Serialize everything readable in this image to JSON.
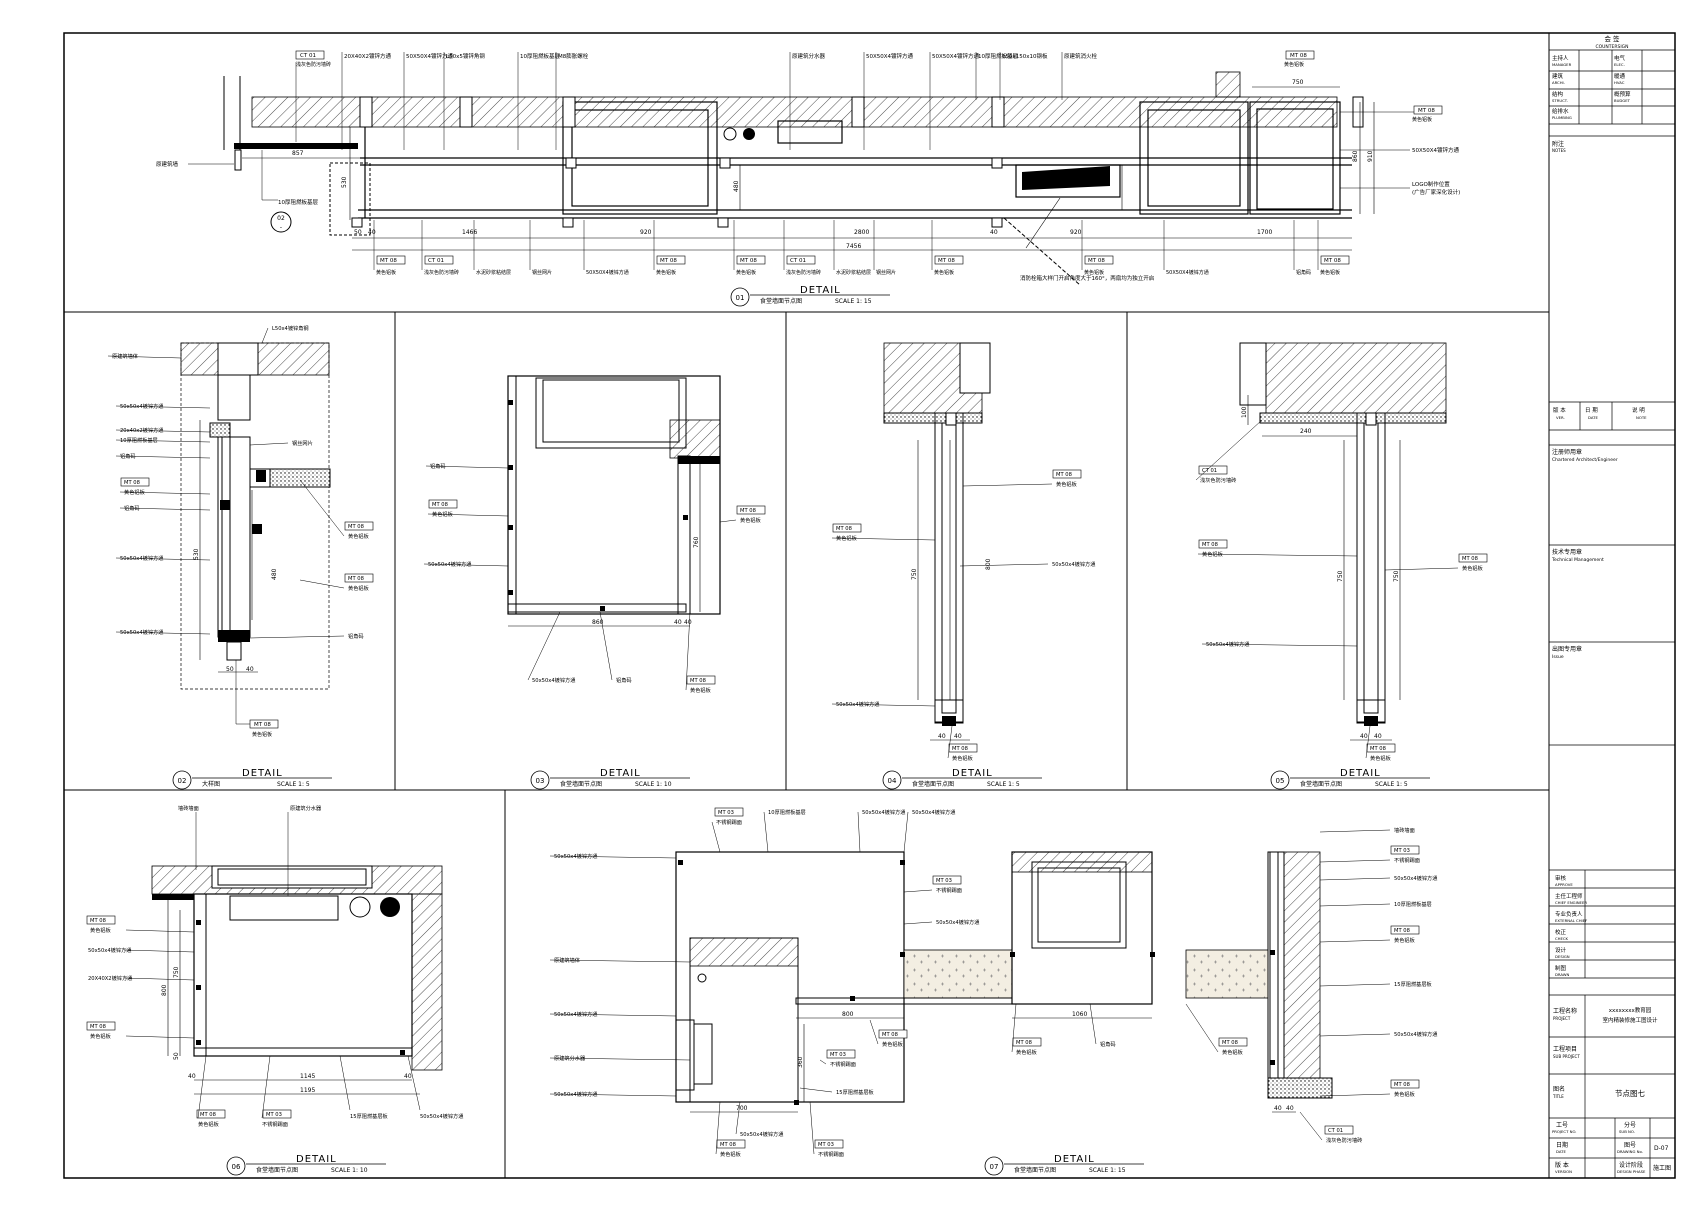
{
  "title_block": {
    "sign_header": "会 签",
    "sign_header_en": "COUNTERSIGN",
    "roles": [
      {
        "cn": "主持人",
        "en": "MANAGER",
        "cn2": "电气",
        "en2": "ELEC."
      },
      {
        "cn": "建筑",
        "en": "ARCHI.",
        "cn2": "暖通",
        "en2": "HVAC"
      },
      {
        "cn": "结构",
        "en": "STRUCT.",
        "cn2": "概预算",
        "en2": "BUDGET"
      },
      {
        "cn": "给排水",
        "en": "PLUMBING",
        "cn2": "",
        "en2": ""
      }
    ],
    "notes_cn": "附注",
    "notes_en": "NOTES",
    "version_cn": "版 本",
    "date_cn": "日 期",
    "content_cn": "说 明",
    "version_en": "VER.",
    "date_en": "DATE",
    "content_en": "NOTE",
    "chartered_cn": "注册师用章",
    "chartered_en": "Chartered Architect/Engineer",
    "technical_cn": "技术专用章",
    "technical_en": "Technical Management",
    "issue_cn": "出图专用章",
    "issue_en": "Issue",
    "approvals": [
      {
        "cn": "审核",
        "en": "APPROVE"
      },
      {
        "cn": "主任工程师",
        "en": "CHIEF ENGINEER"
      },
      {
        "cn": "专业负责人",
        "en": "EXTERNAL CHIEF"
      },
      {
        "cn": "校正",
        "en": "CHECK"
      },
      {
        "cn": "设计",
        "en": "DESIGN"
      },
      {
        "cn": "制图",
        "en": "DRAWN"
      }
    ],
    "project_cn": "工程名称",
    "project_en": "PROJECT",
    "project_value_1": "xxxxxxxx教育园",
    "project_value_2": "室内精装修施工图设计",
    "subproject_cn": "工程项目",
    "subproject_en": "SUB PROJECT",
    "drawing_name_cn": "图名",
    "drawing_name_en": "TITLE",
    "drawing_name_value": "节点图七",
    "job_no_cn": "工号",
    "job_no_en": "PROJECT NO.",
    "sub_no_cn": "分号",
    "sub_no_en": "SUB NO.",
    "date2_cn": "日期",
    "date2_en": "DATE",
    "drawing_no_cn": "图号",
    "drawing_no_en": "DRAWING No.",
    "drawing_no_value": "D-07",
    "ver2_cn": "版 本",
    "ver2_en": "VERSION",
    "phase_cn": "设计阶段",
    "phase_en": "DESIGN PHASE",
    "phase_value": "施工图"
  },
  "details": [
    {
      "num": "01",
      "label": "DETAIL",
      "name": "食堂墙面节点图",
      "scale": "SCALE 1: 15"
    },
    {
      "num": "02",
      "label": "DETAIL",
      "name": "大样图",
      "scale": "SCALE 1: 5"
    },
    {
      "num": "03",
      "label": "DETAIL",
      "name": "食堂墙面节点图",
      "scale": "SCALE 1: 10"
    },
    {
      "num": "04",
      "label": "DETAIL",
      "name": "食堂墙面节点图",
      "scale": "SCALE 1: 5"
    },
    {
      "num": "05",
      "label": "DETAIL",
      "name": "食堂墙面节点图",
      "scale": "SCALE 1: 5"
    },
    {
      "num": "06",
      "label": "DETAIL",
      "name": "食堂墙面节点图",
      "scale": "SCALE 1: 10"
    },
    {
      "num": "07",
      "label": "DETAIL",
      "name": "食堂墙面节点图",
      "scale": "SCALE 1: 15"
    }
  ],
  "d01": {
    "top_labels": [
      "20X40X2镀锌方通",
      "50X50X4镀锌方通",
      "L50x5镀锌角钢",
      "10厚阻燃板基层",
      "M8膨胀螺栓",
      "原建筑分水器",
      "50X50X4镀锌方通",
      "50X50X4镀锌方通",
      "10厚阻燃板基层",
      "150x150x10钢板",
      "原建筑消火栓"
    ],
    "top_left_tag": "CT 01",
    "top_left_sub": "浅灰色防污墙砖",
    "top_right_tag": "MT 08",
    "top_right_sub": "黄色铝板",
    "right_labels": [
      "MT 08",
      "黄色铝板",
      "50X50X4镀锌方通",
      "LOGO制作位置",
      "(广告厂家深化设计)"
    ],
    "left_labels": [
      "原建筑墙",
      "10厚阻燃板基层"
    ],
    "dims_top": [
      "857",
      "750"
    ],
    "dims_side": [
      "530",
      "480",
      "860",
      "910"
    ],
    "dims_bottom": [
      "50",
      "40",
      "1466",
      "920",
      "2800",
      "40",
      "920",
      "1700"
    ],
    "dim_total": "7456",
    "bottom_labels": [
      "黄色铝板",
      "浅灰色防污墙砖",
      "水泥砂浆粘结层",
      "钢丝网片",
      "50X50X4镀锌方通",
      "黄色铝板",
      "黄色铝板",
      "浅灰色防污墙砖",
      "水泥砂浆粘结层",
      "钢丝网片",
      "黄色铝板",
      "黄色铝板",
      "50X50X4镀锌方通",
      "铝角码",
      "黄色铝板"
    ],
    "bottom_note": "消防栓箱大样门开启角度大于160°，两扇均为独立开启"
  },
  "d02": {
    "labels_left": [
      "原建筑墙体",
      "50x50x4镀锌方通",
      "20x40x2镀锌方通",
      "10厚阻燃板基层",
      "铝角码",
      "MT 08",
      "黄色铝板",
      "铝角码",
      "50x50x4镀锌方通",
      "50x50x4镀锌方通"
    ],
    "labels_right": [
      "L50x4镀锌角钢",
      "钢丝网片",
      "MT 08",
      "黄色铝板",
      "MT 08",
      "黄色铝板",
      "铝角码"
    ],
    "dims": [
      "530",
      "480",
      "50",
      "40"
    ],
    "bottom_tag": "MT 08",
    "bottom_sub": "黄色铝板"
  },
  "d03": {
    "labels": [
      "铝角码",
      "MT 08",
      "黄色铝板",
      "50x50x4镀锌方通",
      "MT 08",
      "黄色铝板",
      "50x50x4镀锌方通",
      "铝角码",
      "MT 08",
      "黄色铝板"
    ],
    "dims": [
      "860",
      "760",
      "40",
      "40"
    ]
  },
  "d04": {
    "labels": [
      "MT 08",
      "黄色铝板",
      "MT 08",
      "黄色铝板",
      "50x50x4镀锌方通",
      "50x50x4镀锌方通",
      "MT 08",
      "黄色铝板"
    ],
    "dims": [
      "750",
      "800",
      "40",
      "40"
    ]
  },
  "d05": {
    "labels": [
      "CT 01",
      "浅灰色防污墙砖",
      "MT 08",
      "黄色铝板",
      "MT 08",
      "黄色铝板",
      "50x50x4镀锌方通",
      "MT 08",
      "黄色铝板"
    ],
    "dims": [
      "240",
      "750",
      "750",
      "40",
      "40",
      "100"
    ]
  },
  "d06": {
    "labels_top": [
      "墙砖墙面",
      "原建筑分水器"
    ],
    "labels_left": [
      "MT 08",
      "黄色铝板",
      "50x50x4镀锌方通",
      "20X40X2镀锌方通",
      "MT 08",
      "黄色铝板"
    ],
    "labels_bottom": [
      "MT 08",
      "黄色铝板",
      "MT 03",
      "不锈钢踢面",
      "15厚阻燃基层板",
      "50x50x4镀锌方通"
    ],
    "dims": [
      "1145",
      "1195",
      "40",
      "40",
      "800",
      "750",
      "50"
    ]
  },
  "d07": {
    "labels": [
      "MT 03",
      "不锈钢踢面",
      "10厚阻燃板基层",
      "50x50x4镀锌方通",
      "50x50x4镀锌方通",
      "50x50x4镀锌方通",
      "MT 03",
      "不锈钢踢面",
      "50x50x4镀锌方通",
      "原建筑墙体",
      "50x50x4镀锌方通",
      "原建筑分水器",
      "50x50x4镀锌方通",
      "MT 08",
      "黄色铝板",
      "MT 03",
      "不锈钢踢面",
      "15厚阻燃基层板",
      "50x50x4镀锌方通",
      "MT 08",
      "黄色铝板",
      "MT 03",
      "不锈钢踢面",
      "MT 08",
      "黄色铝板",
      "MT 08",
      "黄色铝板",
      "铝角码",
      "墙砖墙面",
      "MT 03",
      "不锈钢踢面",
      "50x50x4镀锌方通",
      "10厚阻燃板基层",
      "MT 08",
      "黄色铝板",
      "15厚阻燃基层板",
      "50x50x4镀锌方通",
      "MT 08",
      "黄色铝板",
      "CT 01",
      "浅灰色防污墙砖"
    ],
    "dims": [
      "800",
      "700",
      "360",
      "1060",
      "40",
      "40"
    ]
  }
}
